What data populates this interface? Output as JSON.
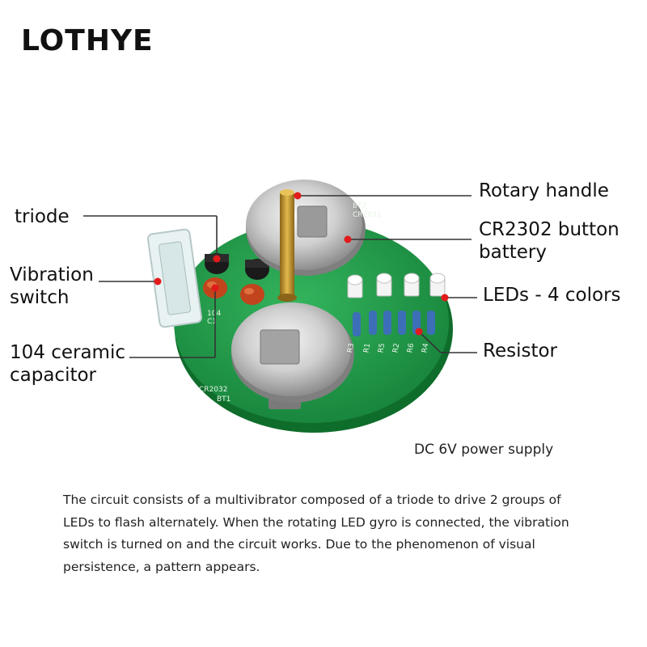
{
  "brand": {
    "name": "LOTHYE"
  },
  "labels": {
    "rotary_handle": "Rotary handle",
    "battery": [
      "CR2302 button",
      "battery"
    ],
    "leds": "LEDs - 4 colors",
    "resistor": "Resistor",
    "triode": "triode",
    "vibration_switch": [
      "Vibration",
      "switch"
    ],
    "capacitor": [
      "104 ceramic",
      "capacitor"
    ]
  },
  "board_silkscreen": {
    "top_battery": "CR2032",
    "top_battery_ref": "BT2",
    "bottom_battery": "CR2032",
    "bottom_battery_ref": "BT1",
    "capacitor_ref": "C1",
    "capacitor_value": "104",
    "resistor_refs": [
      "R3",
      "R1",
      "R5",
      "R2",
      "R6",
      "R4"
    ]
  },
  "power_supply": "DC 6V power supply",
  "description": "The circuit consists of a multivibrator composed of a triode to drive 2 groups of LEDs to flash alternately. When the rotating LED gyro is connected, the vibration switch is turned on and the circuit works. Due to the phenomenon of visual persistence, a pattern appears.",
  "colors": {
    "pcb_green": "#1f9a46",
    "pcb_edge": "#0f6d2c",
    "callout_dot": "#e11b1b",
    "callout_line": "#333333",
    "battery_metal": "#cfcfcf",
    "brass_shaft": "#b8892a"
  }
}
